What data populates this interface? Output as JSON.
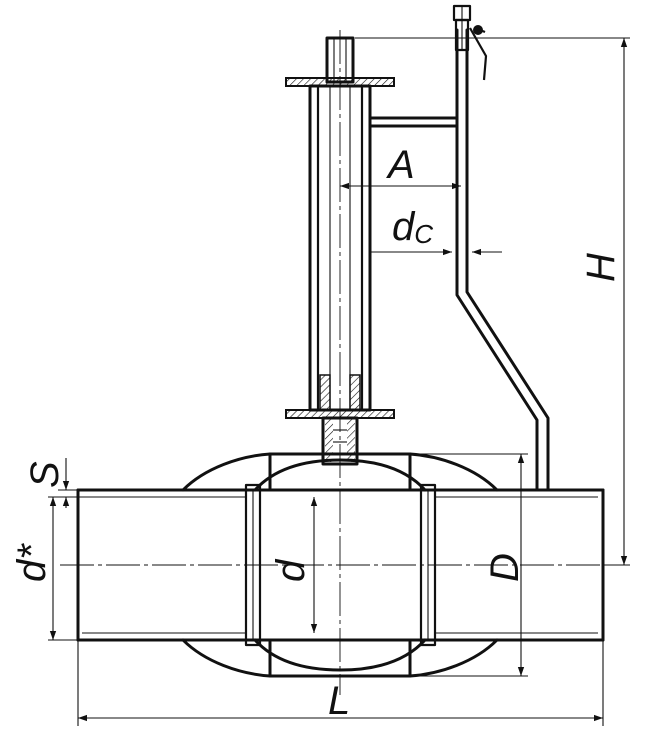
{
  "dimensions": {
    "A": "A",
    "dc_main": "d",
    "dc_sub": "C",
    "H": "H",
    "S": "S",
    "d_star": "d*",
    "d": "d",
    "D": "D",
    "L": "L"
  }
}
